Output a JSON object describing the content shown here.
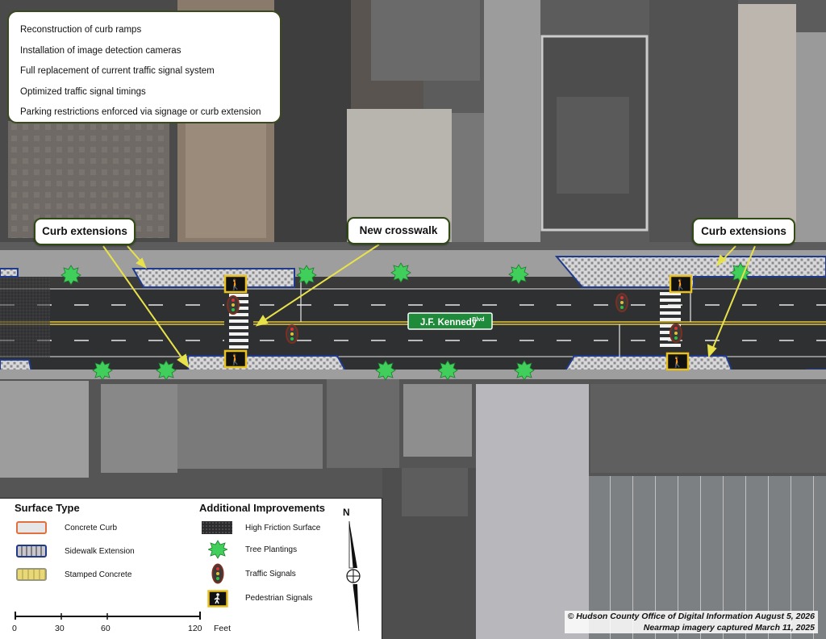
{
  "improvements_list": [
    "Reconstruction of curb ramps",
    "Installation of image detection cameras",
    "Full replacement of current traffic signal system",
    "Optimized traffic signal timings",
    "Parking restrictions enforced via signage or curb extension"
  ],
  "callouts": {
    "left": "Curb extensions",
    "center": "New crosswalk",
    "right": "Curb extensions"
  },
  "street_sign": {
    "name": "J.F. Kennedy",
    "suffix": "Blvd",
    "color": "#1f8a3a"
  },
  "legend": {
    "surface_type_title": "Surface Type",
    "surface_items": [
      {
        "label": "Concrete Curb",
        "icon": "concrete-curb-swatch",
        "color": "#e07040"
      },
      {
        "label": "Sidewalk Extension",
        "icon": "sidewalk-extension-swatch",
        "color": "#1f3a8a"
      },
      {
        "label": "Stamped Concrete",
        "icon": "stamped-concrete-swatch",
        "color": "#e8d878"
      }
    ],
    "improvements_title": "Additional Improvements",
    "improvement_items": [
      {
        "label": "High Friction Surface",
        "icon": "high-friction-surface-swatch"
      },
      {
        "label": "Tree Plantings",
        "icon": "tree-icon"
      },
      {
        "label": "Traffic Signals",
        "icon": "traffic-signal-icon"
      },
      {
        "label": "Pedestrian Signals",
        "icon": "pedestrian-signal-icon"
      }
    ]
  },
  "north_arrow": "N",
  "scale_bar": {
    "ticks": [
      "0",
      "30",
      "60",
      "120"
    ],
    "unit": "Feet"
  },
  "credits": {
    "line1": "© Hudson County Office of Digital Information August 5, 2026",
    "line2": "Nearmap imagery captured March 11, 2025"
  },
  "colors": {
    "callout_border": "#2f4a12",
    "arrow": "#e8e24a",
    "tree": "#3fcf5a",
    "sidewalk_extension_border": "#1f3a8a"
  }
}
